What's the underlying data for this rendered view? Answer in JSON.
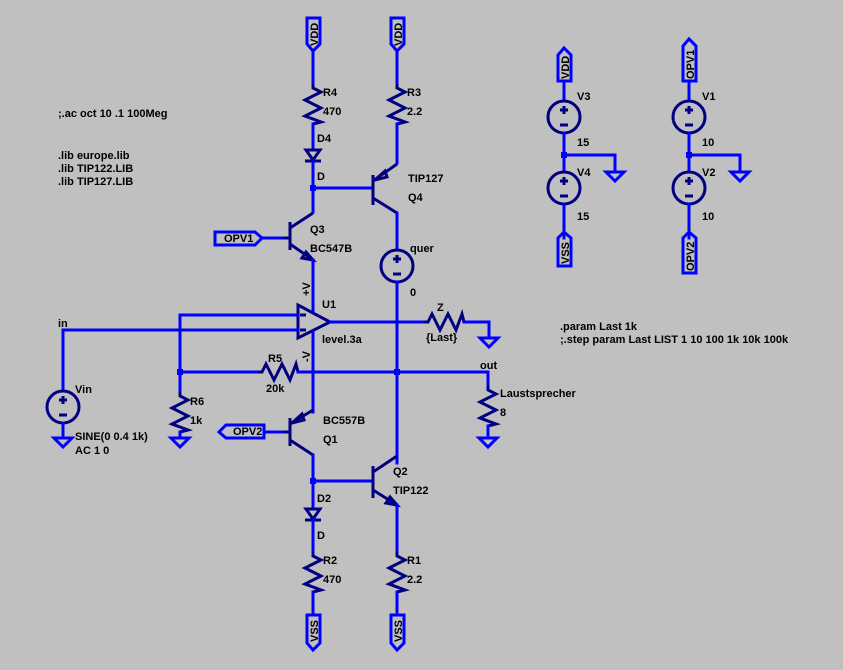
{
  "directives": {
    "ac": ";.ac oct 10 .1 100Meg",
    "lib1": ".lib europe.lib",
    "lib2": ".lib TIP122.LIB",
    "lib3": ".lib TIP127.LIB",
    "param": ".param Last 1k",
    "step": ";.step param Last LIST 1 10 100  1k 10k 100k"
  },
  "net_labels": {
    "in": "in",
    "out": "out",
    "vdd": "VDD",
    "vss": "VSS",
    "opv1": "OPV1",
    "opv2": "OPV2"
  },
  "components": {
    "R4": {
      "name": "R4",
      "value": "470"
    },
    "R3": {
      "name": "R3",
      "value": "2.2"
    },
    "R2": {
      "name": "R2",
      "value": "470"
    },
    "R1": {
      "name": "R1",
      "value": "2.2"
    },
    "R5": {
      "name": "R5",
      "value": "20k"
    },
    "R6": {
      "name": "R6",
      "value": "1k"
    },
    "Z": {
      "name": "Z",
      "value": "{Last}"
    },
    "Laut": {
      "name": "Laustsprecher",
      "value": "8"
    },
    "D4": {
      "name": "D4",
      "value": "D"
    },
    "D2": {
      "name": "D2",
      "value": "D"
    },
    "Q3": {
      "name": "Q3",
      "value": "BC547B"
    },
    "Q1": {
      "name": "Q1",
      "value": "BC557B"
    },
    "Q4": {
      "name": "Q4",
      "value": "TIP127"
    },
    "Q2": {
      "name": "Q2",
      "value": "TIP122"
    },
    "U1": {
      "name": "U1",
      "value": "level.3a",
      "vplus": "+V",
      "vminus": "-V"
    },
    "quer": {
      "name": "quer",
      "value": "0"
    },
    "Vin": {
      "name": "Vin",
      "value": "SINE(0 0.4 1k)",
      "ac": "AC 1 0"
    },
    "V3": {
      "name": "V3",
      "value": "15"
    },
    "V4": {
      "name": "V4",
      "value": "15"
    },
    "V1": {
      "name": "V1",
      "value": "10"
    },
    "V2": {
      "name": "V2",
      "value": "10"
    }
  }
}
